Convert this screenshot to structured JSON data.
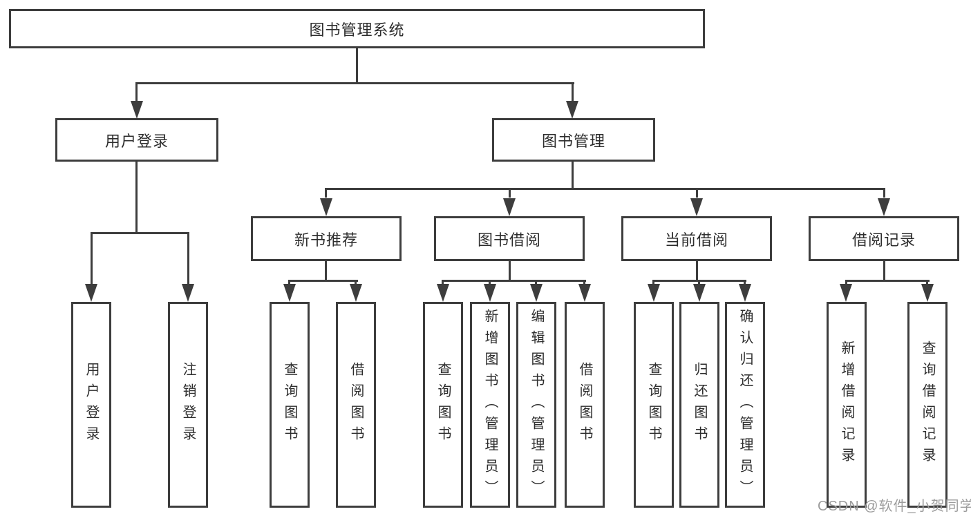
{
  "tree": {
    "root": "图书管理系统",
    "branches": [
      {
        "label": "用户登录",
        "children": [
          "用户登录",
          "注销登录"
        ]
      },
      {
        "label": "图书管理",
        "children": [
          {
            "label": "新书推荐",
            "children": [
              "查询图书",
              "借阅图书"
            ]
          },
          {
            "label": "图书借阅",
            "children": [
              "查询图书",
              "新增图书（管理员）",
              "编辑图书（管理员）",
              "借阅图书"
            ]
          },
          {
            "label": "当前借阅",
            "children": [
              "查询图书",
              "归还图书",
              "确认归还（管理员）"
            ]
          },
          {
            "label": "借阅记录",
            "children": [
              "新增借阅记录",
              "查询借阅记录"
            ]
          }
        ]
      }
    ]
  },
  "watermark": {
    "text": "CSDN @软件_小贺同学"
  },
  "colors": {
    "line": "#3d3d3d",
    "text": "#2d2d2d",
    "box_fill": "#ffffff",
    "background": "#ffffff",
    "watermark": "#9c9c9c"
  }
}
